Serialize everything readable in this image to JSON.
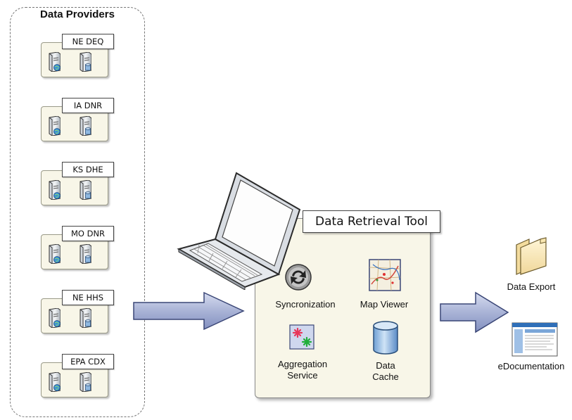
{
  "providers": {
    "title": "Data Providers",
    "items": [
      {
        "label": "NE DEQ"
      },
      {
        "label": "IA DNR"
      },
      {
        "label": "KS DHE"
      },
      {
        "label": "MO DNR"
      },
      {
        "label": "NE HHS"
      },
      {
        "label": "EPA CDX"
      }
    ]
  },
  "tool": {
    "title": "Data Retrieval Tool",
    "services": [
      {
        "label": "Syncronization",
        "icon": "sync-icon"
      },
      {
        "label": "Map Viewer",
        "icon": "map-icon"
      },
      {
        "label": "Aggregation Service",
        "icon": "aggregation-icon"
      },
      {
        "label": "Data Cache",
        "icon": "database-icon"
      }
    ]
  },
  "outputs": [
    {
      "label": "Data Export",
      "icon": "folder-icon"
    },
    {
      "label": "eDocumentation",
      "icon": "document-window-icon"
    }
  ],
  "colors": {
    "card_bg": "#f8f6e8",
    "arrow_fill": "#a9b3d6",
    "arrow_stroke": "#3a4676"
  }
}
